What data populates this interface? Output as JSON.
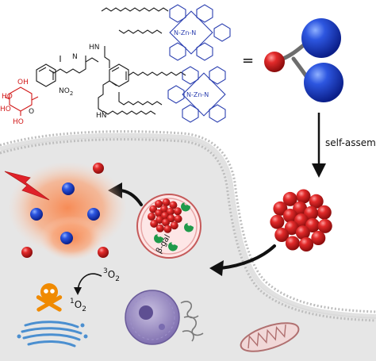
{
  "labels": {
    "equals": "=",
    "self_assembly": "self-assembly",
    "enzyme": "β-gal",
    "triplet_oxygen_sup": "3",
    "triplet_oxygen_base": "O",
    "triplet_oxygen_sub": "2",
    "singlet_oxygen_sup": "1",
    "singlet_oxygen_base": "O",
    "singlet_oxygen_sub": "2"
  },
  "structure_text": {
    "hn_top": "HN",
    "hn_bottom": "HN",
    "zn_top": "N-Zn-N",
    "zn_bottom": "N-Zn-N",
    "no2": "NO",
    "no2_sub": "2",
    "ho1": "HO",
    "ho2": "HO",
    "ho3": "HO",
    "oh": "OH",
    "o": "O",
    "n": "N",
    "nitrogen": "N"
  },
  "colors": {
    "blue_sphere": "#1a3fc6",
    "red_sphere": "#d3141a",
    "green_enzyme": "#1f9a4a",
    "cell_fill": "#e6e6e6",
    "membrane": "#c9c9c9",
    "glow": "#f39a6a",
    "bolt": "#e0222a",
    "skull": "#f08a00",
    "mito": "#b07070",
    "golgi": "#4b8fd0",
    "phthalocyanine": "#2b3fb0"
  }
}
